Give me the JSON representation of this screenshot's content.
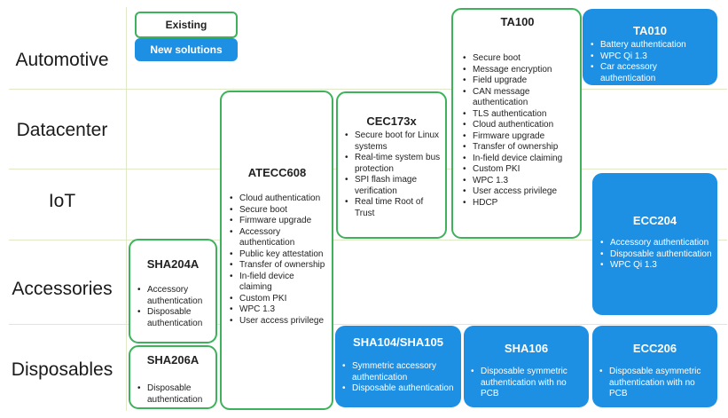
{
  "legend": {
    "existing": "Existing",
    "new_solutions": "New solutions"
  },
  "rows": [
    "Automotive",
    "Datacenter",
    "IoT",
    "Accessories",
    "Disposables"
  ],
  "colors": {
    "existing_border": "#3db25a",
    "new_fill": "#1e90e3",
    "grid": "#dfe9c8"
  },
  "products": {
    "ta100": {
      "title": "TA100",
      "type": "existing",
      "items": [
        "Secure boot",
        "Message encryption",
        "Field upgrade",
        "CAN message authentication",
        "TLS authentication",
        "Cloud authentication",
        "Firmware upgrade",
        "Transfer of ownership",
        "In-field device claiming",
        "Custom PKI",
        "WPC 1.3",
        "User access privilege",
        "HDCP"
      ]
    },
    "ta010": {
      "title": "TA010",
      "type": "new",
      "items": [
        "Battery authentication",
        "WPC Qi 1.3",
        "Car accessory authentication"
      ]
    },
    "cec173x": {
      "title": "CEC173x",
      "type": "existing",
      "items": [
        "Secure boot for Linux systems",
        "Real-time system bus protection",
        "SPI flash image verification",
        "Real time Root of Trust"
      ]
    },
    "atecc608": {
      "title": "ATECC608",
      "type": "existing",
      "items": [
        "Cloud authentication",
        "Secure boot",
        "Firmware upgrade",
        "Accessory authentication",
        "Public key attestation",
        "Transfer of ownership",
        "In-field device claiming",
        "Custom PKI",
        "WPC 1.3",
        "User access privilege"
      ]
    },
    "ecc204": {
      "title": "ECC204",
      "type": "new",
      "items": [
        "Accessory authentication",
        "Disposable authentication",
        "WPC Qi 1.3"
      ]
    },
    "sha204a": {
      "title": "SHA204A",
      "type": "existing",
      "items": [
        "Accessory authentication",
        "Disposable authentication"
      ]
    },
    "sha206a": {
      "title": "SHA206A",
      "type": "existing",
      "items": [
        "Disposable authentication"
      ]
    },
    "sha104": {
      "title": "SHA104/SHA105",
      "type": "new",
      "items": [
        "Symmetric accessory authentication",
        "Disposable authentication"
      ]
    },
    "sha106": {
      "title": "SHA106",
      "type": "new",
      "items": [
        "Disposable symmetric authentication with no PCB"
      ]
    },
    "ecc206": {
      "title": "ECC206",
      "type": "new",
      "items": [
        "Disposable asymmetric authentication with no PCB"
      ]
    }
  }
}
